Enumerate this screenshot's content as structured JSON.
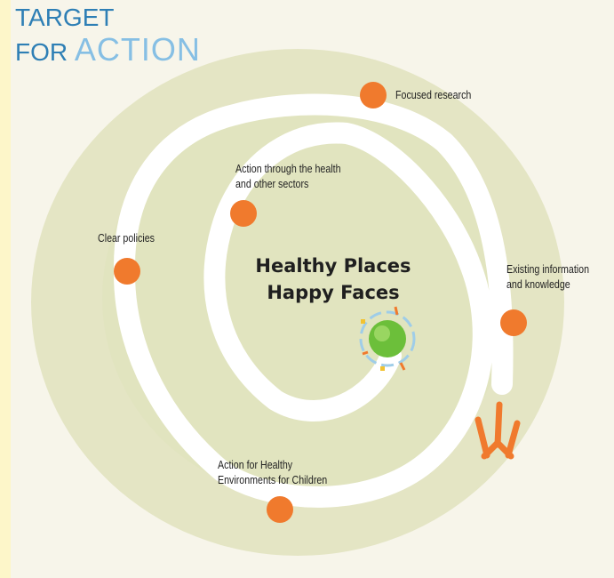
{
  "title": {
    "line1": "TARGET",
    "line2_prefix": "FOR ",
    "line2_accent": "ACTION"
  },
  "center": {
    "line1": "Healthy Places",
    "line2": "Happy Faces"
  },
  "steps": [
    {
      "label": "Focused research"
    },
    {
      "label": "Action through the health\nand other sectors"
    },
    {
      "label": "Clear policies"
    },
    {
      "label": "Existing information\nand knowledge"
    },
    {
      "label": "Action for Healthy\nEnvironments for Children"
    }
  ],
  "colors": {
    "background": "#f7f5ea",
    "wash": "#e4e5c4",
    "path": "#ffffff",
    "marker": "#f07a2d",
    "title": "#2e7fb5",
    "title_accent": "#86bfe4",
    "globe": "#6cbf3a"
  },
  "icons": [
    "entry-arrow-icon",
    "globe-icon"
  ]
}
